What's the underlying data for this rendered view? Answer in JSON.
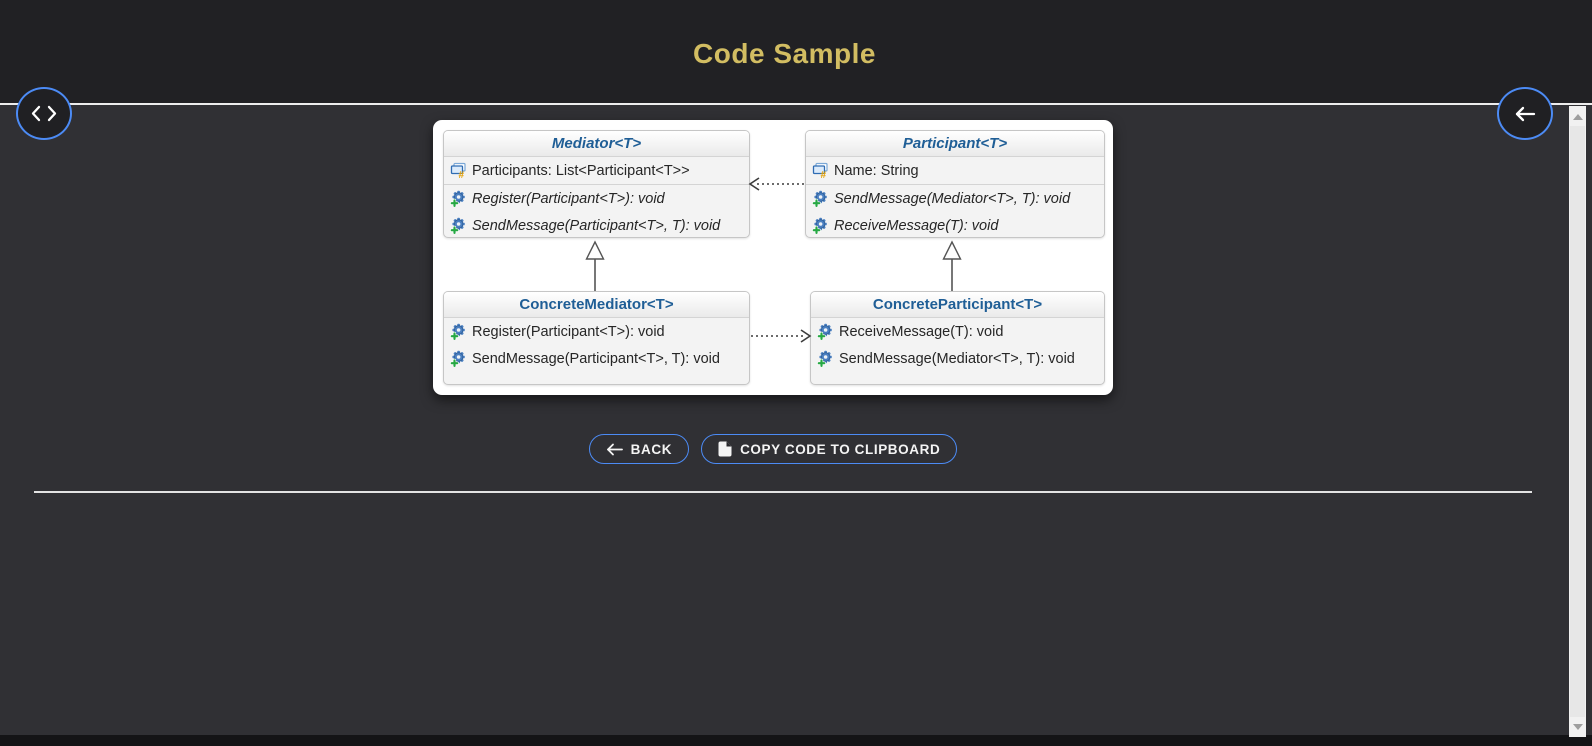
{
  "header": {
    "title": "Code Sample"
  },
  "icons": {
    "left_float": "code-brackets-icon",
    "right_float": "back-arrow-icon",
    "back_button": "left-arrow-icon",
    "copy_button": "document-copy-icon",
    "uml_attribute": "property-icon (blue windows with yellow #)",
    "uml_method": "gear-plus-icon (blue gear with green +)"
  },
  "colors": {
    "accent_blue": "#4c8bf5",
    "title_gold": "#d2bd62",
    "class_name_blue": "#1f5e96",
    "header_bg": "#212124",
    "page_bg": "#303034"
  },
  "diagram": {
    "classes": [
      {
        "name": "Mediator<T>",
        "stereotype": "interface",
        "attributes": [
          "Participants: List<Participant<T>>"
        ],
        "methods": [
          "Register(Participant<T>): void",
          "SendMessage(Participant<T>, T): void"
        ]
      },
      {
        "name": "Participant<T>",
        "stereotype": "interface",
        "attributes": [
          "Name: String"
        ],
        "methods": [
          "SendMessage(Mediator<T>, T): void",
          "ReceiveMessage(T): void"
        ]
      },
      {
        "name": "ConcreteMediator<T>",
        "stereotype": "class",
        "attributes": [],
        "methods": [
          "Register(Participant<T>): void",
          "SendMessage(Participant<T>, T): void"
        ]
      },
      {
        "name": "ConcreteParticipant<T>",
        "stereotype": "class",
        "attributes": [],
        "methods": [
          "ReceiveMessage(T): void",
          "SendMessage(Mediator<T>, T): void"
        ]
      }
    ],
    "relationships": [
      {
        "from": "ConcreteMediator<T>",
        "to": "Mediator<T>",
        "type": "realization"
      },
      {
        "from": "ConcreteParticipant<T>",
        "to": "Participant<T>",
        "type": "realization"
      },
      {
        "from": "Participant<T>",
        "to": "Mediator<T>",
        "type": "dependency"
      },
      {
        "from": "ConcreteMediator<T>",
        "to": "ConcreteParticipant<T>",
        "type": "dependency"
      }
    ]
  },
  "actions": {
    "back": "BACK",
    "copy": "COPY CODE TO CLIPBOARD"
  }
}
